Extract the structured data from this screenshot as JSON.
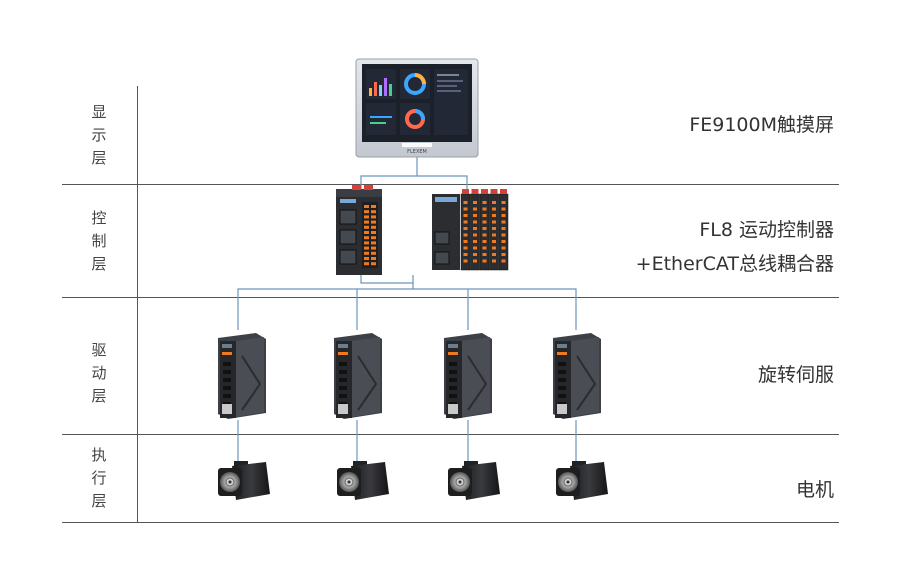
{
  "layers": [
    {
      "id": "display",
      "chars": [
        "显",
        "示",
        "层"
      ],
      "device_label": [
        "FE9100M触摸屏"
      ]
    },
    {
      "id": "control",
      "chars": [
        "控",
        "制",
        "层"
      ],
      "device_label": [
        "FL8 运动控制器",
        "+EtherCAT总线耦合器"
      ]
    },
    {
      "id": "drive",
      "chars": [
        "驱",
        "动",
        "层"
      ],
      "device_label": [
        "旋转伺服"
      ]
    },
    {
      "id": "execute",
      "chars": [
        "执",
        "行",
        "层"
      ],
      "device_label": [
        "电机"
      ]
    }
  ],
  "hmi": {
    "logo_text": "FLEXEM"
  },
  "colors": {
    "connector": "#6d94bd",
    "rule": "#555555",
    "device_dark": "#2a2c30",
    "accent_orange": "#f07a22",
    "accent_red": "#d8403a"
  },
  "icons": {
    "hmi": "touchscreen-icon",
    "controller": "motion-controller-icon",
    "coupler": "ethercat-coupler-icon",
    "servo": "servo-drive-icon",
    "motor": "servo-motor-icon"
  }
}
